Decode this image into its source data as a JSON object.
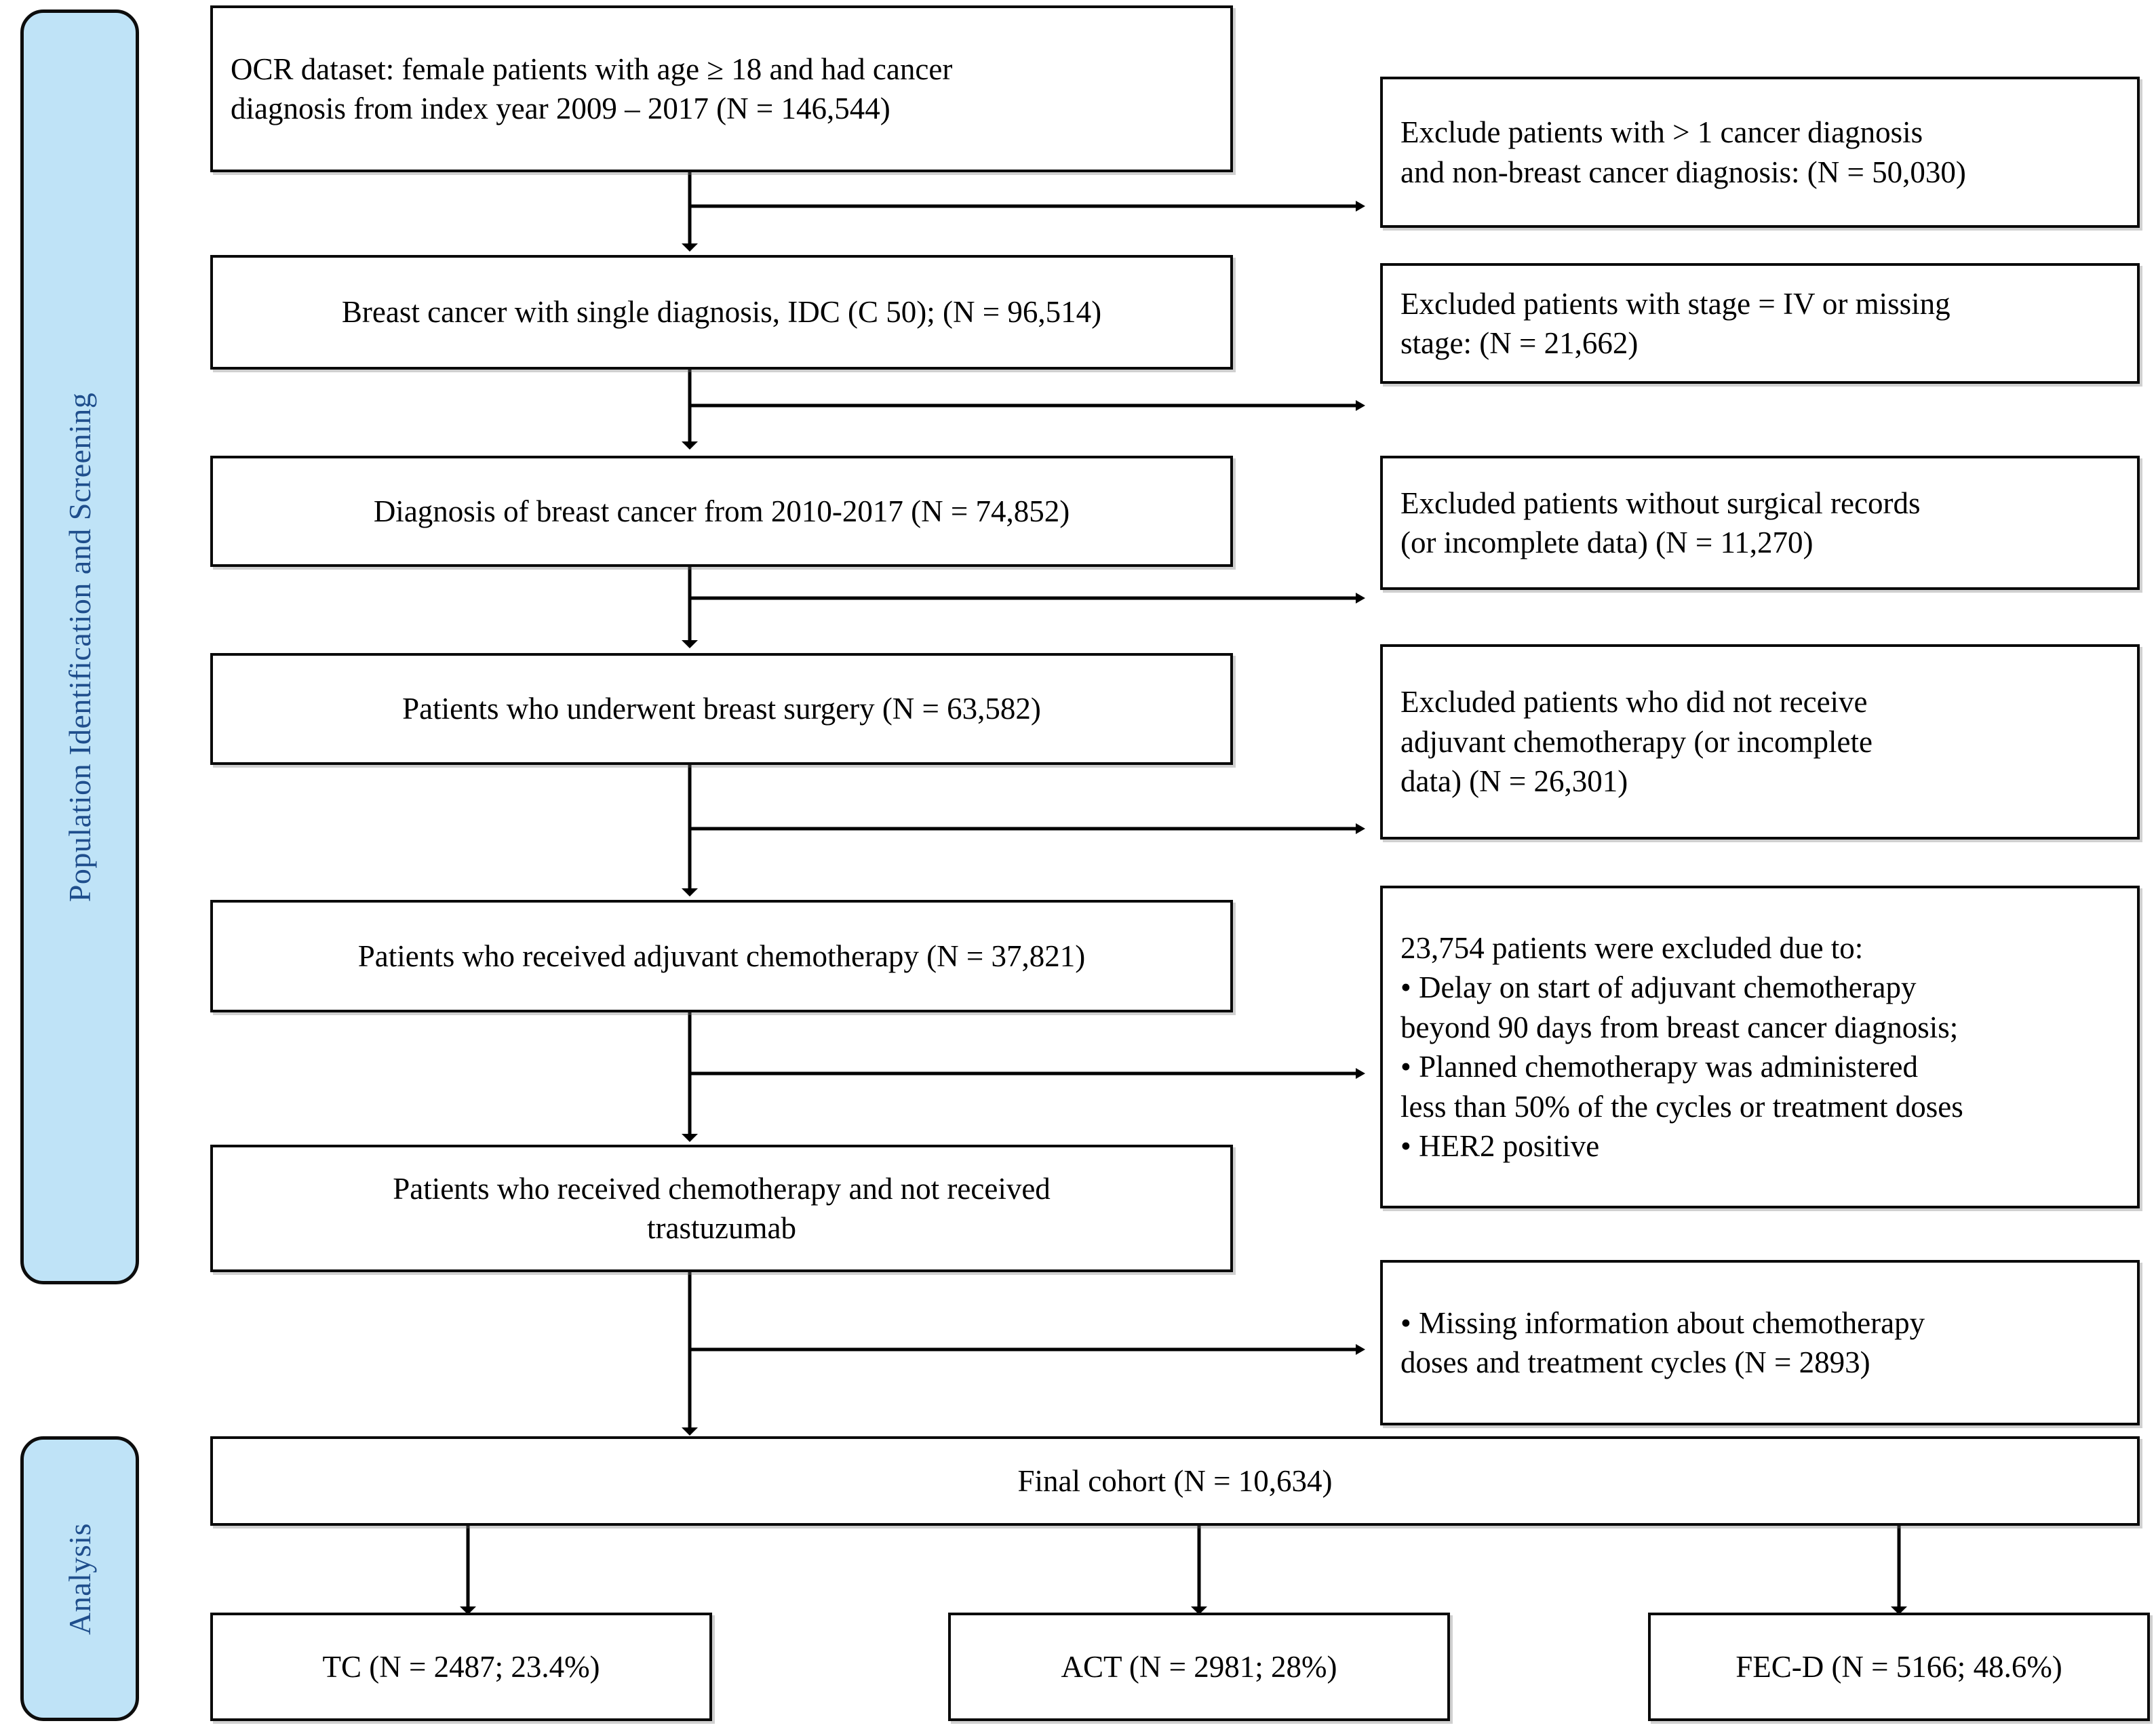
{
  "phases": [
    {
      "id": "population",
      "label": "Population Identification and Screening"
    },
    {
      "id": "analysis",
      "label": "Analysis"
    }
  ],
  "colors": {
    "phase_fill": "#bfe3f7",
    "phase_text": "#1f4e8c",
    "box_border": "#0a0a0a",
    "box_fill": "#ffffff",
    "connector": "#000000"
  },
  "main_flow": [
    {
      "id": "ocr-dataset",
      "lines": [
        "OCR dataset: female patients with age ≥ 18 and had cancer",
        "diagnosis from index year 2009 – 2017 (N = 146,544)"
      ]
    },
    {
      "id": "single-diagnosis",
      "lines": [
        "Breast cancer with single diagnosis, IDC (C 50); (N = 96,514)"
      ]
    },
    {
      "id": "diagnosis-2010-2017",
      "lines": [
        "Diagnosis of breast cancer from 2010-2017 (N = 74,852)"
      ]
    },
    {
      "id": "breast-surgery",
      "lines": [
        "Patients who underwent breast surgery (N = 63,582)"
      ]
    },
    {
      "id": "adjuvant-chemo",
      "lines": [
        "Patients who received adjuvant chemotherapy (N = 37,821)"
      ]
    },
    {
      "id": "no-trastuzumab",
      "lines": [
        "Patients who received chemotherapy and not received",
        "trastuzumab"
      ]
    }
  ],
  "exclusions": [
    {
      "id": "exclude-multi-cancer",
      "lines": [
        "Exclude patients with > 1 cancer diagnosis",
        "and non-breast cancer diagnosis: (N = 50,030)"
      ]
    },
    {
      "id": "exclude-stage-iv",
      "lines": [
        "Excluded patients with stage = IV or missing",
        "stage: (N = 21,662)"
      ]
    },
    {
      "id": "exclude-no-surgery",
      "lines": [
        "Excluded patients without surgical records",
        "(or incomplete data) (N = 11,270)"
      ]
    },
    {
      "id": "exclude-no-chemo",
      "lines": [
        "Excluded patients who did not receive",
        "adjuvant chemotherapy (or incomplete",
        "data) (N = 26,301)"
      ]
    },
    {
      "id": "exclude-23754",
      "lines": [
        "23,754 patients were excluded due to:",
        "• Delay on start of adjuvant chemotherapy",
        "beyond 90 days from breast cancer diagnosis;",
        "• Planned chemotherapy was administered",
        "less than 50% of the cycles or treatment doses",
        "• HER2 positive"
      ]
    },
    {
      "id": "exclude-missing-info",
      "lines": [
        "• Missing information about chemotherapy",
        "doses and treatment cycles (N = 2893)"
      ]
    }
  ],
  "final_cohort": {
    "id": "final-cohort",
    "lines": [
      "Final cohort (N = 10,634)"
    ]
  },
  "treatment_arms": [
    {
      "id": "arm-tc",
      "label": "TC (N = 2487; 23.4%)",
      "n": 2487,
      "percent": 23.4
    },
    {
      "id": "arm-act",
      "label": "ACT (N = 2981; 28%)",
      "n": 2981,
      "percent": 28
    },
    {
      "id": "arm-fecd",
      "label": "FEC-D (N = 5166; 48.6%)",
      "n": 5166,
      "percent": 48.6
    }
  ]
}
